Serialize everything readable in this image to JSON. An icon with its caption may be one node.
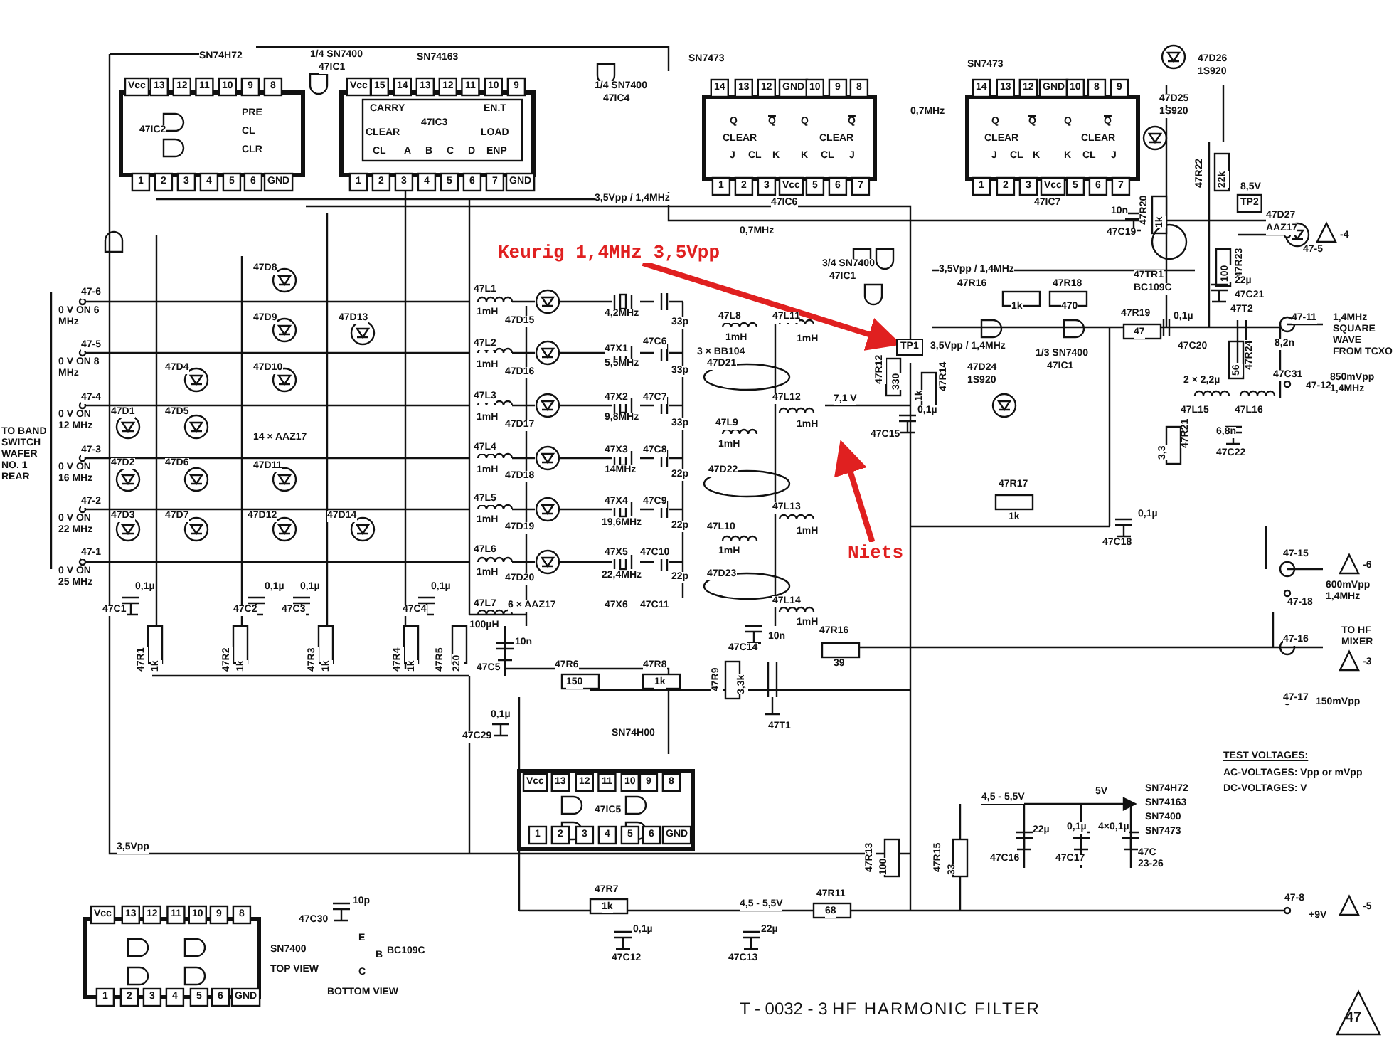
{
  "diagram": {
    "title": "HF HARMONIC FILTER",
    "nodes": [
      {
        "text": [
          "Keurig 1,4MHz 3,5Vpp"
        ]
      },
      {
        "text": [
          "Niets"
        ]
      },
      {
        "text": [
          "TP1"
        ]
      }
    ],
    "edges": [
      {
        "from": 0,
        "to": 2,
        "arrow": "to"
      },
      {
        "from": 1,
        "to": null,
        "arrow": "to"
      }
    ],
    "labels": [
      "SN74H72",
      "1/4 SN7400",
      "47IC1",
      "SN74163",
      "Vcc",
      "13",
      "12",
      "11",
      "10",
      "9",
      "8",
      "47IC2",
      "PRE",
      "CL",
      "CLR",
      "1",
      "2",
      "3",
      "4",
      "5",
      "6",
      "GND",
      "Vcc",
      "15",
      "14",
      "13",
      "12",
      "11",
      "10",
      "9",
      "CARRY",
      "47IC3",
      "EN.T",
      "CLEAR",
      "LOAD",
      "CL",
      "A",
      "B",
      "C",
      "D",
      "ENP",
      "1",
      "2",
      "3",
      "4",
      "5",
      "6",
      "7",
      "GND",
      "1/4 SN7400",
      "47IC4",
      "SN7473",
      "14",
      "13",
      "12",
      "GND",
      "10",
      "9",
      "8",
      "Q",
      "Q",
      "CLEAR",
      "J",
      "CL",
      "K",
      "Q",
      "Q",
      "CLEAR",
      "K",
      "CL",
      "J",
      "1",
      "2",
      "3",
      "Vcc",
      "5",
      "6",
      "7",
      "3,5Vpp / 1,4MHz",
      "47IC6",
      "0,7MHz",
      "3/4 SN7400",
      "47IC1",
      "SN7473",
      "14",
      "13",
      "12",
      "GND",
      "10",
      "8",
      "9",
      "Q",
      "Q",
      "CLEAR",
      "J",
      "CL",
      "K",
      "Q",
      "Q",
      "CLEAR",
      "K",
      "CL",
      "J",
      "1",
      "2",
      "3",
      "Vcc",
      "5",
      "6",
      "7",
      "47IC7",
      "0,7MHz",
      "47D26",
      "1S920",
      "47D25",
      "1S920",
      "47R22",
      "22k",
      "8,5V",
      "TP2",
      "47D27",
      "AAZ17",
      "47-5",
      "-4",
      "10n",
      "47C19",
      "47R20",
      "1k",
      "47TR1",
      "BC109C",
      "47R23",
      "100",
      "22µ",
      "47C21",
      "3,5Vpp / 1,4MHz",
      "47R16",
      "1k",
      "47R18",
      "470",
      "1/3 SN7400",
      "47IC1",
      "3,5Vpp / 1,4MHz",
      "47R19",
      "47",
      "0,1µ",
      "47C20",
      "47T2",
      "47R24",
      "56",
      "8,2n",
      "47C31",
      "47-11",
      "1,4MHz SQUARE WAVE FROM TCXO",
      "47-12",
      "850mVpp 1,4MHz",
      "2 × 2,2µ",
      "47L15",
      "47L16",
      "47R21",
      "3,3",
      "6,8n",
      "47C22",
      "47R14",
      "1k",
      "47D24",
      "1S920",
      "47R12",
      "330",
      "0,1µ",
      "47C15",
      "7,1 V",
      "47R17",
      "1k",
      "0,1µ",
      "47C18",
      "47-6",
      "0 V ON 6 MHz",
      "47-5",
      "0 V ON 8 MHz",
      "47-4",
      "0 V ON 12 MHz",
      "47-3",
      "0 V ON 16 MHz",
      "47-2",
      "0 V ON 22 MHz",
      "47-1",
      "0 V ON 25 MHz",
      "TO BAND SWITCH WAFER NO. 1 REAR",
      "47D8",
      "47D9",
      "47D13",
      "47D4",
      "47D10",
      "47D1",
      "47D5",
      "14 × AAZ17",
      "47D2",
      "47D6",
      "47D11",
      "47D3",
      "47D7",
      "47D12",
      "47D14",
      "0,1µ",
      "47C1",
      "47R1",
      "1k",
      "0,1µ",
      "47C2",
      "0,1µ",
      "47C3",
      "47R2",
      "1k",
      "47R3",
      "1k",
      "0,1µ",
      "47C4",
      "47R4",
      "1k",
      "47R5",
      "220",
      "3,5Vpp",
      "10p",
      "47C30",
      "Vcc",
      "13",
      "12",
      "11",
      "10",
      "9",
      "8",
      "1",
      "2",
      "3",
      "4",
      "5",
      "6",
      "GND",
      "SN7400",
      "TOP VIEW",
      "E",
      "B",
      "C",
      "BC109C",
      "BOTTOM VIEW",
      "47L1",
      "1mH",
      "47D15",
      "4,2MHz",
      "47X1",
      "47C6",
      "33p",
      "47L8",
      "1mH",
      "47L11",
      "1mH",
      "47L2",
      "1mH",
      "47D16",
      "5,5MHz",
      "47X2",
      "47C7",
      "33p",
      "3 × BB104",
      "47D21",
      "47L3",
      "1mH",
      "47D17",
      "9,8MHz",
      "47X3",
      "47C8",
      "33p",
      "47L9",
      "1mH",
      "47L12",
      "1mH",
      "47L4",
      "1mH",
      "47D18",
      "14MHz",
      "47X4",
      "47C9",
      "22p",
      "47D22",
      "47L5",
      "1mH",
      "47D19",
      "19,6MHz",
      "47X5",
      "47C10",
      "22p",
      "47L10",
      "1mH",
      "47L13",
      "1mH",
      "47L6",
      "1mH",
      "47D20",
      "22,4MHz",
      "47X6",
      "47C11",
      "22p",
      "47D23",
      "47L7",
      "6 × AAZ17",
      "100µH",
      "47L14",
      "1mH",
      "10n",
      "47C14",
      "47R9",
      "3,3k",
      "47T1",
      "47R16",
      "39",
      "10n",
      "47C5",
      "47R6",
      "150",
      "47R8",
      "1k",
      "0,1µ",
      "47C29",
      "SN74H00",
      "Vcc",
      "13",
      "12",
      "11",
      "10",
      "9",
      "8",
      "47IC5",
      "1",
      "2",
      "3",
      "4",
      "5",
      "6",
      "GND",
      "47R7",
      "1k",
      "4,5 - 5,5V",
      "47R11",
      "68",
      "0,1µ",
      "47C12",
      "22µ",
      "47C13",
      "47R13",
      "100",
      "47R15",
      "33",
      "4,5 - 5,5V",
      "5V",
      "22µ",
      "47C16",
      "0,1µ",
      "47C17",
      "4×0,1µ",
      "47C 23-26",
      "SN74H72",
      "SN74163",
      "SN7400",
      "SN7473",
      "47-15",
      "-6",
      "600mVpp 1,4MHz",
      "47-18",
      "47-16",
      "TO HF MIXER",
      "-3",
      "47-17",
      "150mVpp",
      "TEST VOLTAGES:",
      "AC-VOLTAGES: Vpp or mVpp",
      "DC-VOLTAGES: V",
      "47-8",
      "+9V",
      "-5",
      "T - 0032 - 3",
      "47"
    ]
  }
}
